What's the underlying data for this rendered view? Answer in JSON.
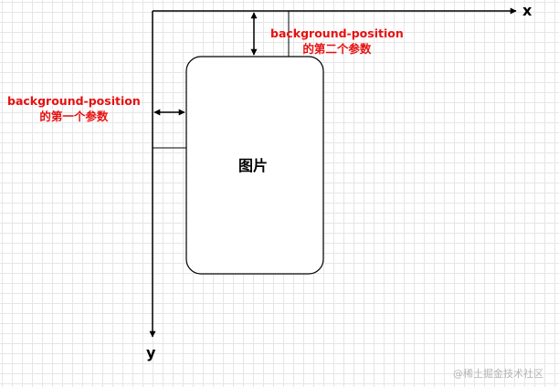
{
  "diagram": {
    "x_axis_label": "x",
    "y_axis_label": "y",
    "image_label": "图片",
    "top_annotation": {
      "line1": "background-position",
      "line2": "的第二个参数"
    },
    "left_annotation": {
      "line1": "background-position",
      "line2": "的第一个参数"
    },
    "colors": {
      "annotation": "#e81010",
      "stroke": "#000000",
      "grid": "#e6e6e6"
    }
  },
  "watermark": "@稀土掘金技术社区"
}
